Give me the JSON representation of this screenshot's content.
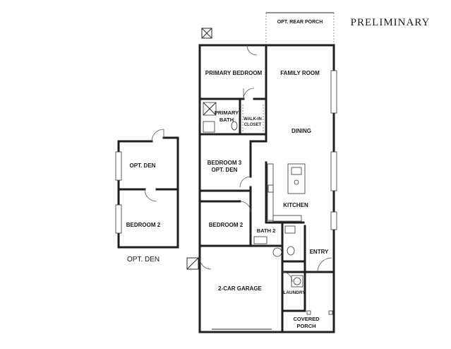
{
  "stamp": "PRELIMINARY",
  "alt_caption": "OPT. DEN",
  "rooms": {
    "opt_rear_porch": "OPT. REAR PORCH",
    "primary_bedroom": "PRIMARY BEDROOM",
    "family_room": "FAMILY ROOM",
    "primary_bath_1": "PRIMARY",
    "primary_bath_2": "BATH",
    "walk_in_closet_1": "WALK-IN",
    "walk_in_closet_2": "CLOSET",
    "dining": "DINING",
    "bedroom3_1": "BEDROOM 3",
    "bedroom3_2": "OPT. DEN",
    "kitchen": "KITCHEN",
    "bedroom2": "BEDROOM 2",
    "bath2": "BATH 2",
    "entry": "ENTRY",
    "garage": "2-CAR GARAGE",
    "laundry": "LAUNDRY",
    "covered_porch_1": "COVERED",
    "covered_porch_2": "PORCH"
  },
  "alt_rooms": {
    "opt_den": "OPT. DEN",
    "bedroom2": "BEDROOM 2"
  }
}
